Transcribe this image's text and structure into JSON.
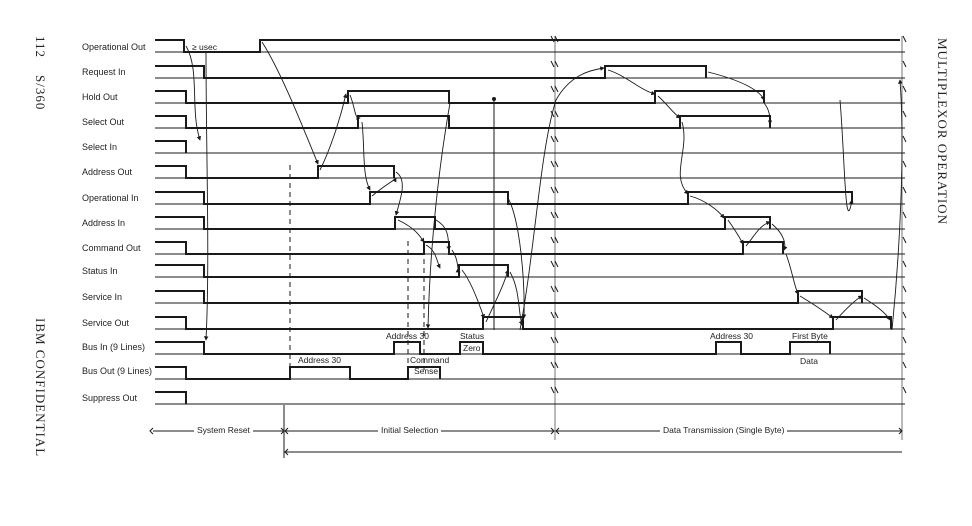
{
  "page": {
    "number": "112",
    "series": "S/360",
    "confidential": "IBM CONFIDENTIAL",
    "section_title": "MULTIPLEXOR OPERATION"
  },
  "signals": [
    "Operational Out",
    "Request In",
    "Hold Out",
    "Select Out",
    "Select In",
    "Address Out",
    "Operational In",
    "Address In",
    "Command Out",
    "Status In",
    "Service In",
    "Service Out",
    "Bus In (9 Lines)",
    "Bus Out (9 Lines)",
    "Suppress Out"
  ],
  "annotations": {
    "min_delay": "≥ usec",
    "bus_out_address": "Address 30",
    "bus_in_address_initial": "Address 30",
    "command_label": "Command",
    "sense_label": "Sense",
    "status_label": "Status",
    "zero_label": "Zero",
    "bus_in_address_data": "Address 30",
    "first_byte_label": "First Byte",
    "data_label": "Data"
  },
  "phases": {
    "system_reset": "System Reset",
    "initial_selection": "Initial Selection",
    "data_transmission": "Data Transmission (Single Byte)"
  }
}
